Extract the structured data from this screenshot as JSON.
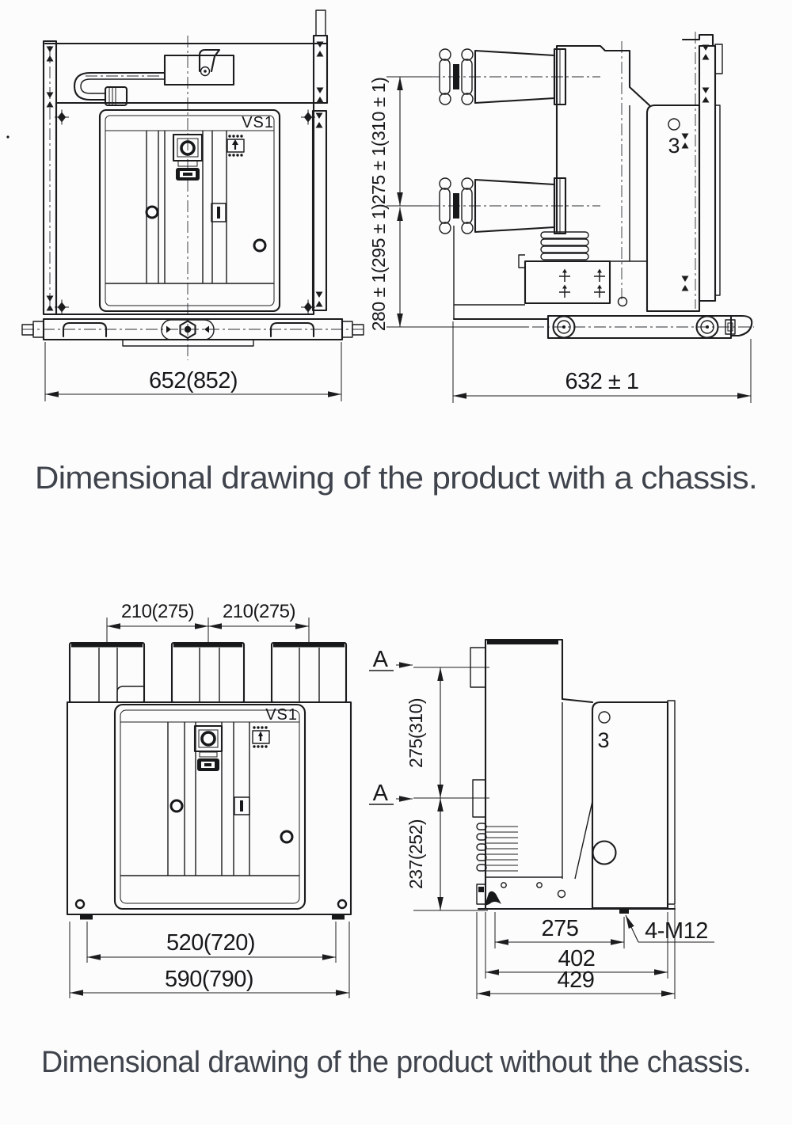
{
  "captions": {
    "with_chassis": "Dimensional drawing of the product with a chassis.",
    "without_chassis": "Dimensional drawing of the product without the chassis."
  },
  "colors": {
    "line": "#1c1c1e",
    "caption_text": "#3f434c",
    "background": "#fcfcfc"
  },
  "with_chassis": {
    "front_view": {
      "model_label": "VS1",
      "dim_width": "652(852)"
    },
    "side_view": {
      "pole_count_label": "3",
      "dim_depth": "632 ± 1",
      "dim_upper_height": "275 ± 1(310 ± 1)",
      "dim_lower_height": "280 ± 1(295 ± 1)"
    }
  },
  "without_chassis": {
    "front_view": {
      "model_label": "VS1",
      "dim_pole_pitch_left": "210(275)",
      "dim_pole_pitch_right": "210(275)",
      "dim_mounting_width": "520(720)",
      "dim_overall_width": "590(790)"
    },
    "side_view": {
      "pole_count_label": "3",
      "section_marker": "A",
      "dim_upper_height": "275(310)",
      "dim_lower_height": "237(252)",
      "dim_mounting_depth": "275",
      "dim_body_depth": "402",
      "dim_overall_depth": "429",
      "thread_spec": "4-M12"
    }
  }
}
